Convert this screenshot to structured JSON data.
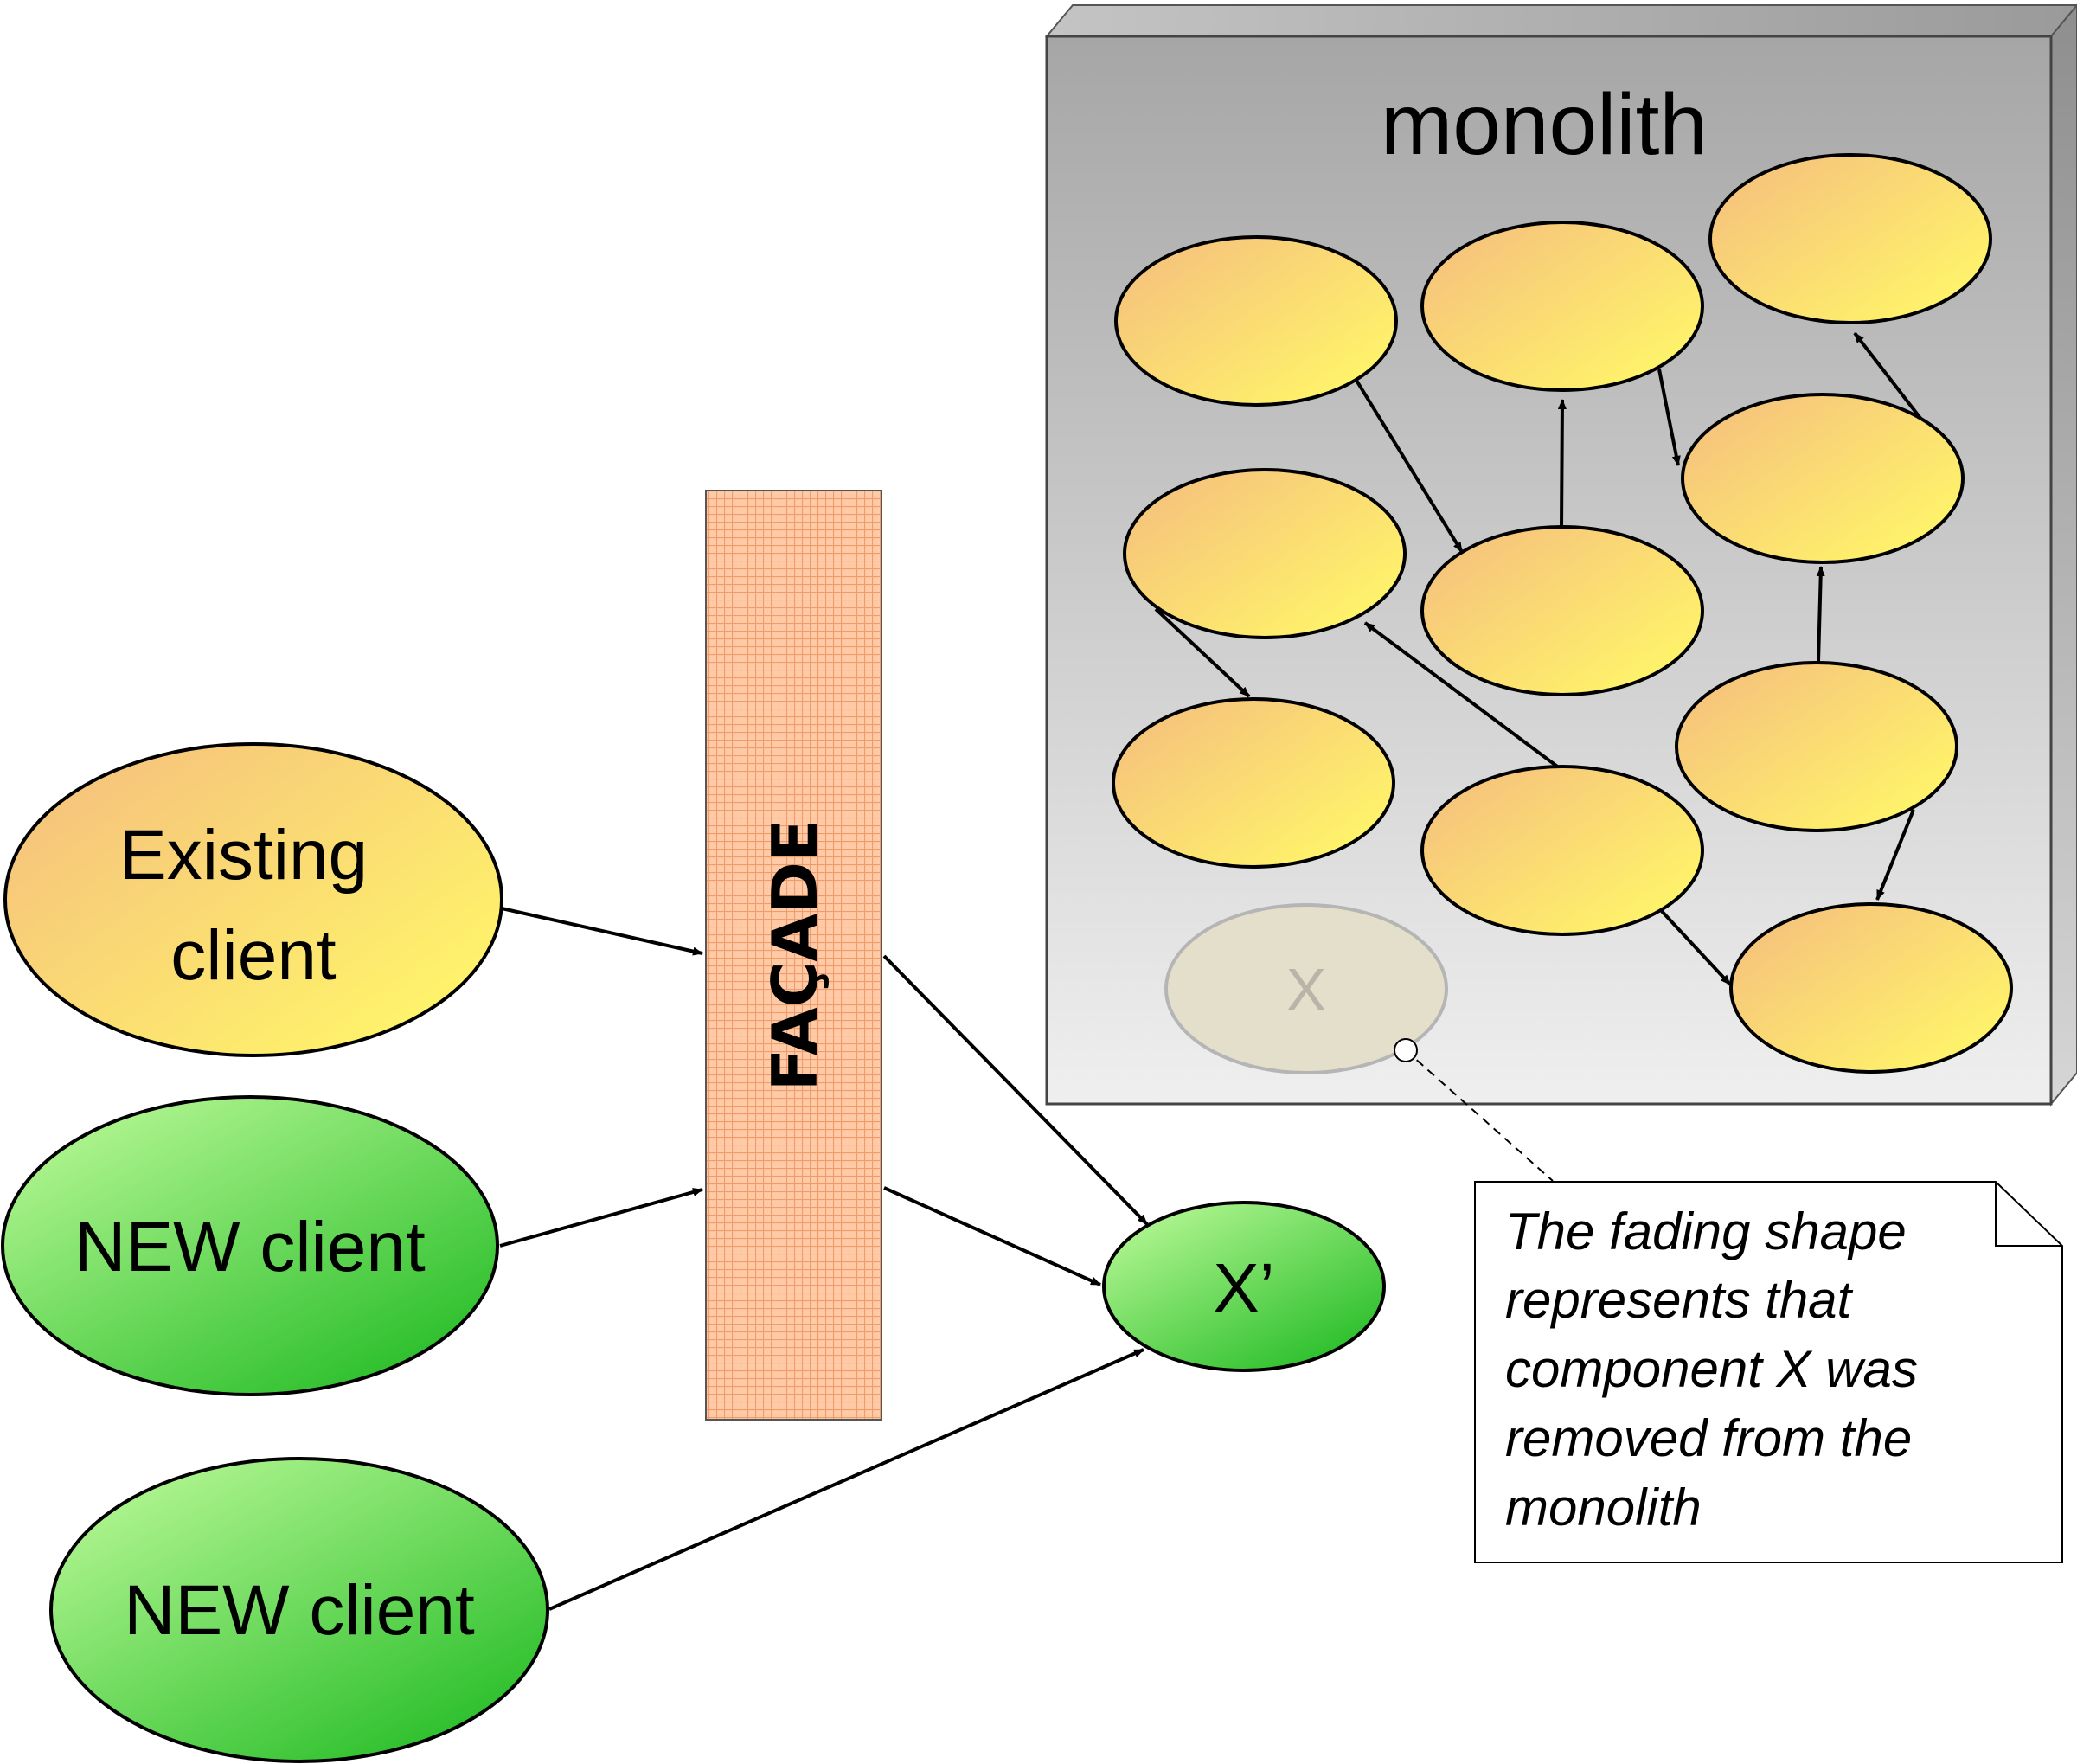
{
  "monolith": {
    "title": "monolith",
    "removed_component": "X"
  },
  "facade": {
    "label": "FAÇADE"
  },
  "clients": [
    {
      "lines": [
        "Existing",
        "client"
      ]
    },
    {
      "lines": [
        "NEW client"
      ]
    },
    {
      "lines": [
        "NEW client"
      ]
    }
  ],
  "new_component": {
    "label": "X’"
  },
  "note": {
    "lines": [
      "The fading shape",
      "represents that",
      "component X was",
      "removed from the",
      "monolith"
    ]
  },
  "colors": {
    "legacy_fill_start": "#f6c47c",
    "legacy_fill_end": "#fff46a",
    "new_fill_start": "#a8f28a",
    "new_fill_end": "#2fc12f",
    "facade_fill": "#ffc8a0",
    "facade_grid": "#f08a5a",
    "monolith_top": "#a8a8a8",
    "monolith_bottom": "#f0f0f0"
  }
}
